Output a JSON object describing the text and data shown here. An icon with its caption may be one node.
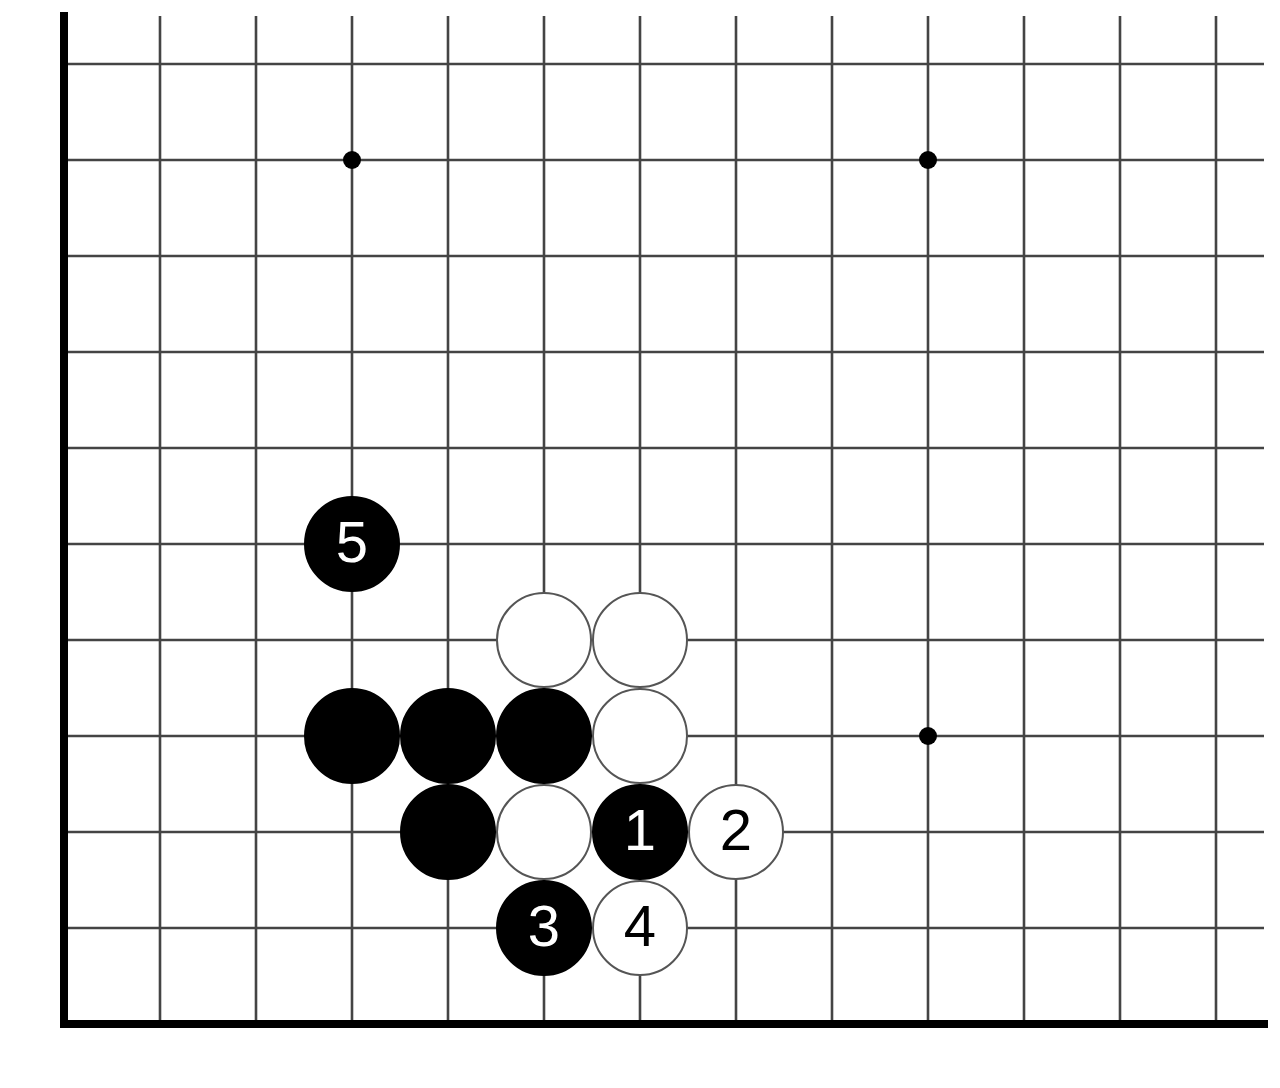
{
  "diagram": {
    "nodes": [
      {
        "text": [
          "5"
        ]
      },
      {
        "text": [],
        "shape": "circle"
      },
      {
        "text": [],
        "shape": "circle"
      },
      {
        "text": [],
        "shape": "circle"
      },
      {
        "text": [],
        "shape": "circle"
      },
      {
        "text": [],
        "shape": "circle"
      },
      {
        "text": [],
        "shape": "circle"
      },
      {
        "text": [],
        "shape": "circle"
      },
      {
        "text": [],
        "shape": "circle"
      },
      {
        "text": [
          "1"
        ]
      },
      {
        "text": [
          "2"
        ]
      },
      {
        "text": [
          "3"
        ]
      },
      {
        "text": [
          "4"
        ]
      }
    ]
  }
}
